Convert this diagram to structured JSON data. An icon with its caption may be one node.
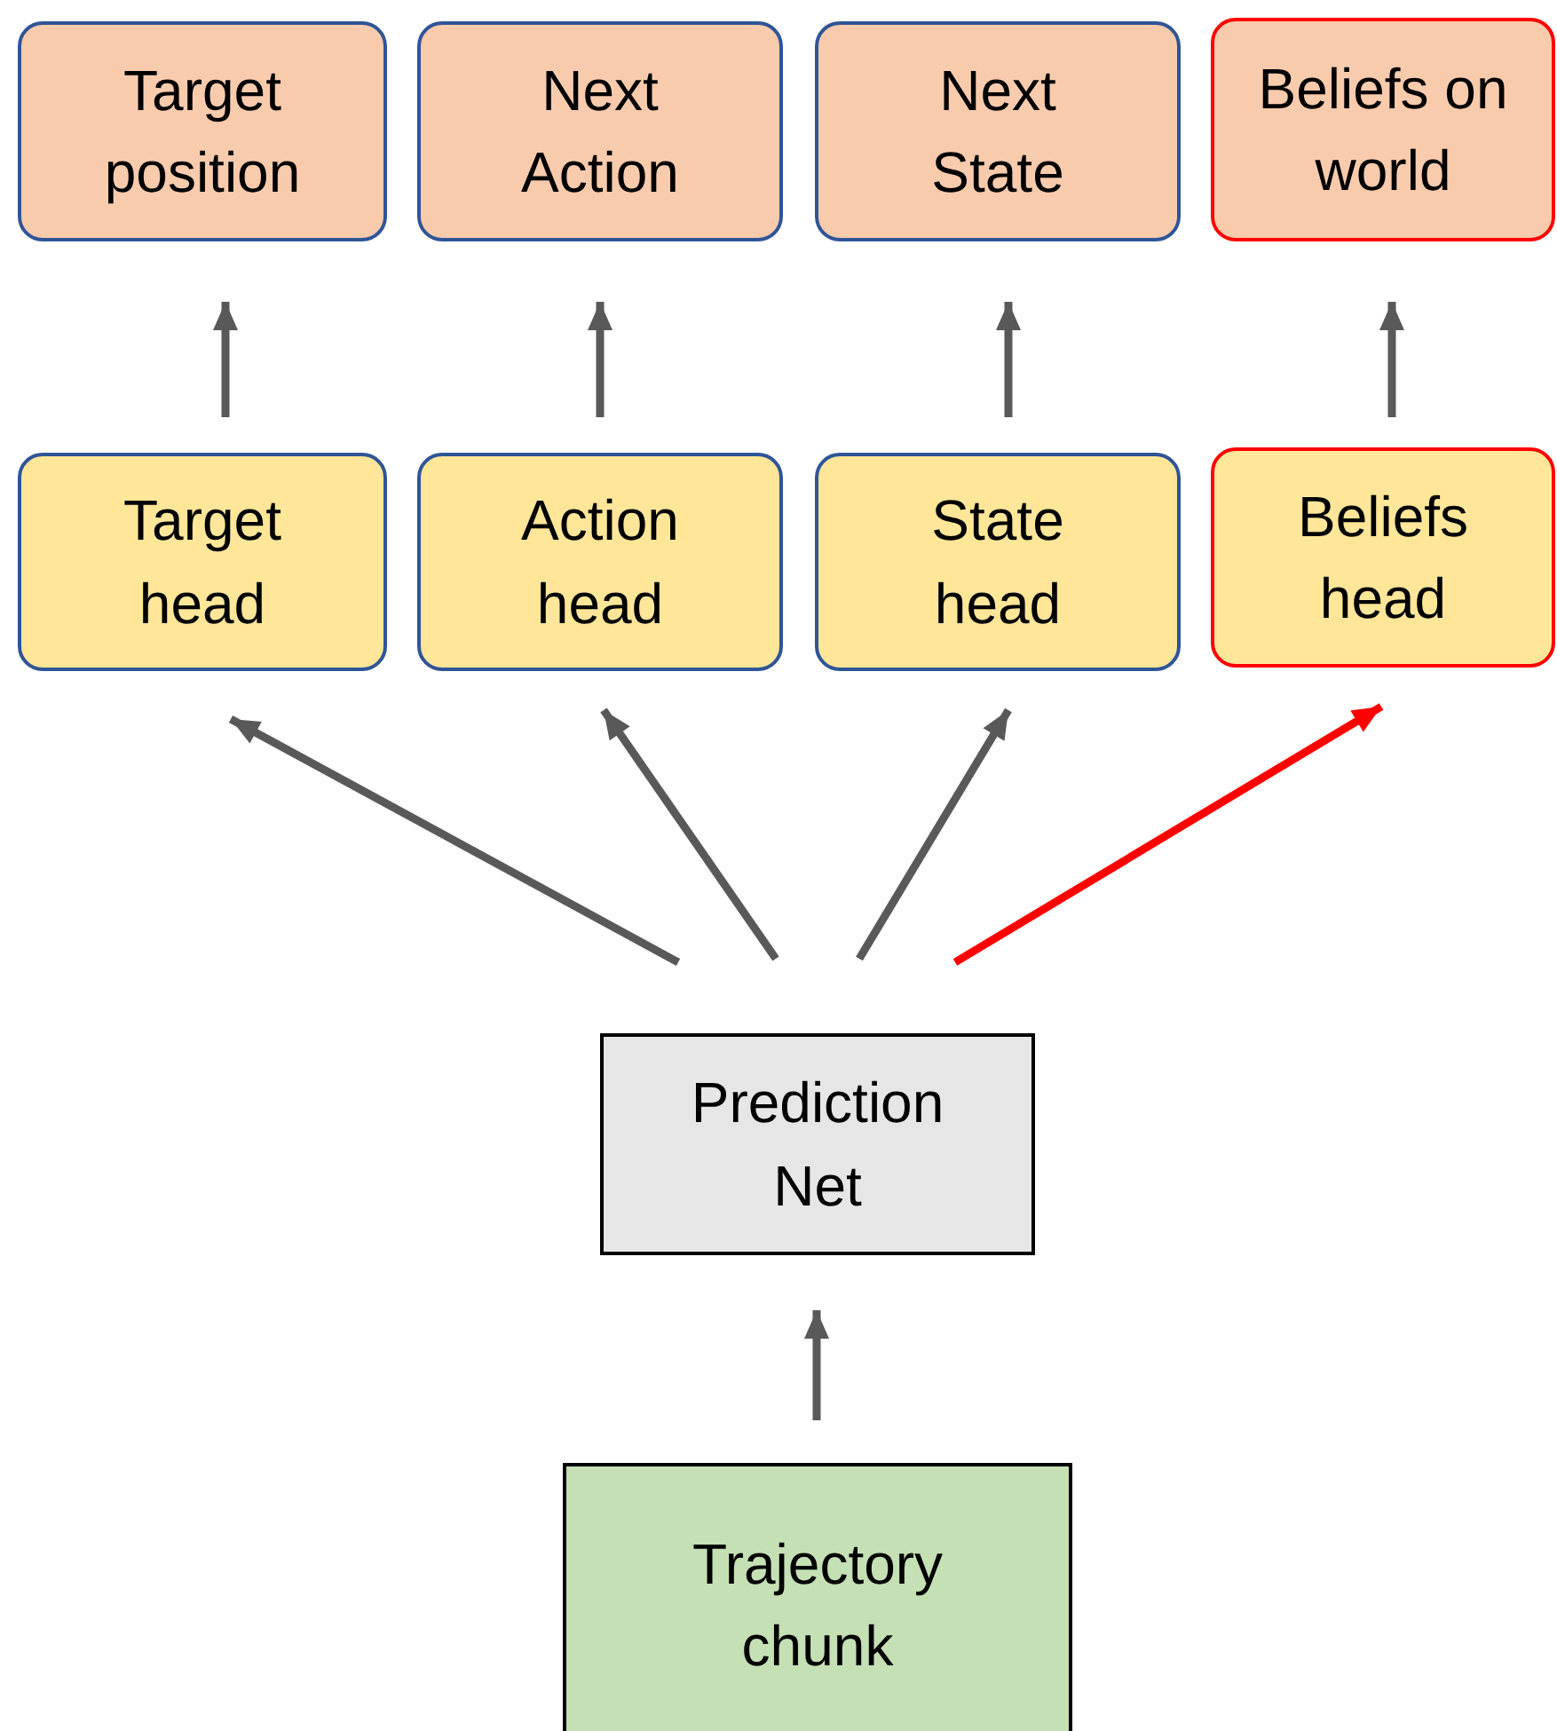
{
  "diagram": {
    "nodes": [
      {
        "text": [
          "Target position"
        ]
      },
      {
        "text": [
          "Next Action"
        ]
      },
      {
        "text": [
          "Next State"
        ]
      },
      {
        "text": [
          "Beliefs on world"
        ]
      },
      {
        "text": [
          "Target head"
        ]
      },
      {
        "text": [
          "Action head"
        ]
      },
      {
        "text": [
          "State head"
        ]
      },
      {
        "text": [
          "Beliefs head"
        ]
      },
      {
        "text": [
          "Prediction Net"
        ]
      },
      {
        "text": [
          "Trajectory chunk"
        ]
      }
    ],
    "edges": [
      {
        "from": 4,
        "to": 0,
        "arrow": "to"
      },
      {
        "from": 5,
        "to": 1,
        "arrow": "to"
      },
      {
        "from": 6,
        "to": 2,
        "arrow": "to"
      },
      {
        "from": 7,
        "to": 3,
        "arrow": "to"
      },
      {
        "from": 8,
        "to": 4,
        "arrow": "to"
      },
      {
        "from": 8,
        "to": 5,
        "arrow": "to"
      },
      {
        "from": 8,
        "to": 6,
        "arrow": "to"
      },
      {
        "from": 8,
        "to": 7,
        "arrow": "to",
        "color": "#ff0000"
      },
      {
        "from": 9,
        "to": 8,
        "arrow": "to"
      }
    ]
  }
}
